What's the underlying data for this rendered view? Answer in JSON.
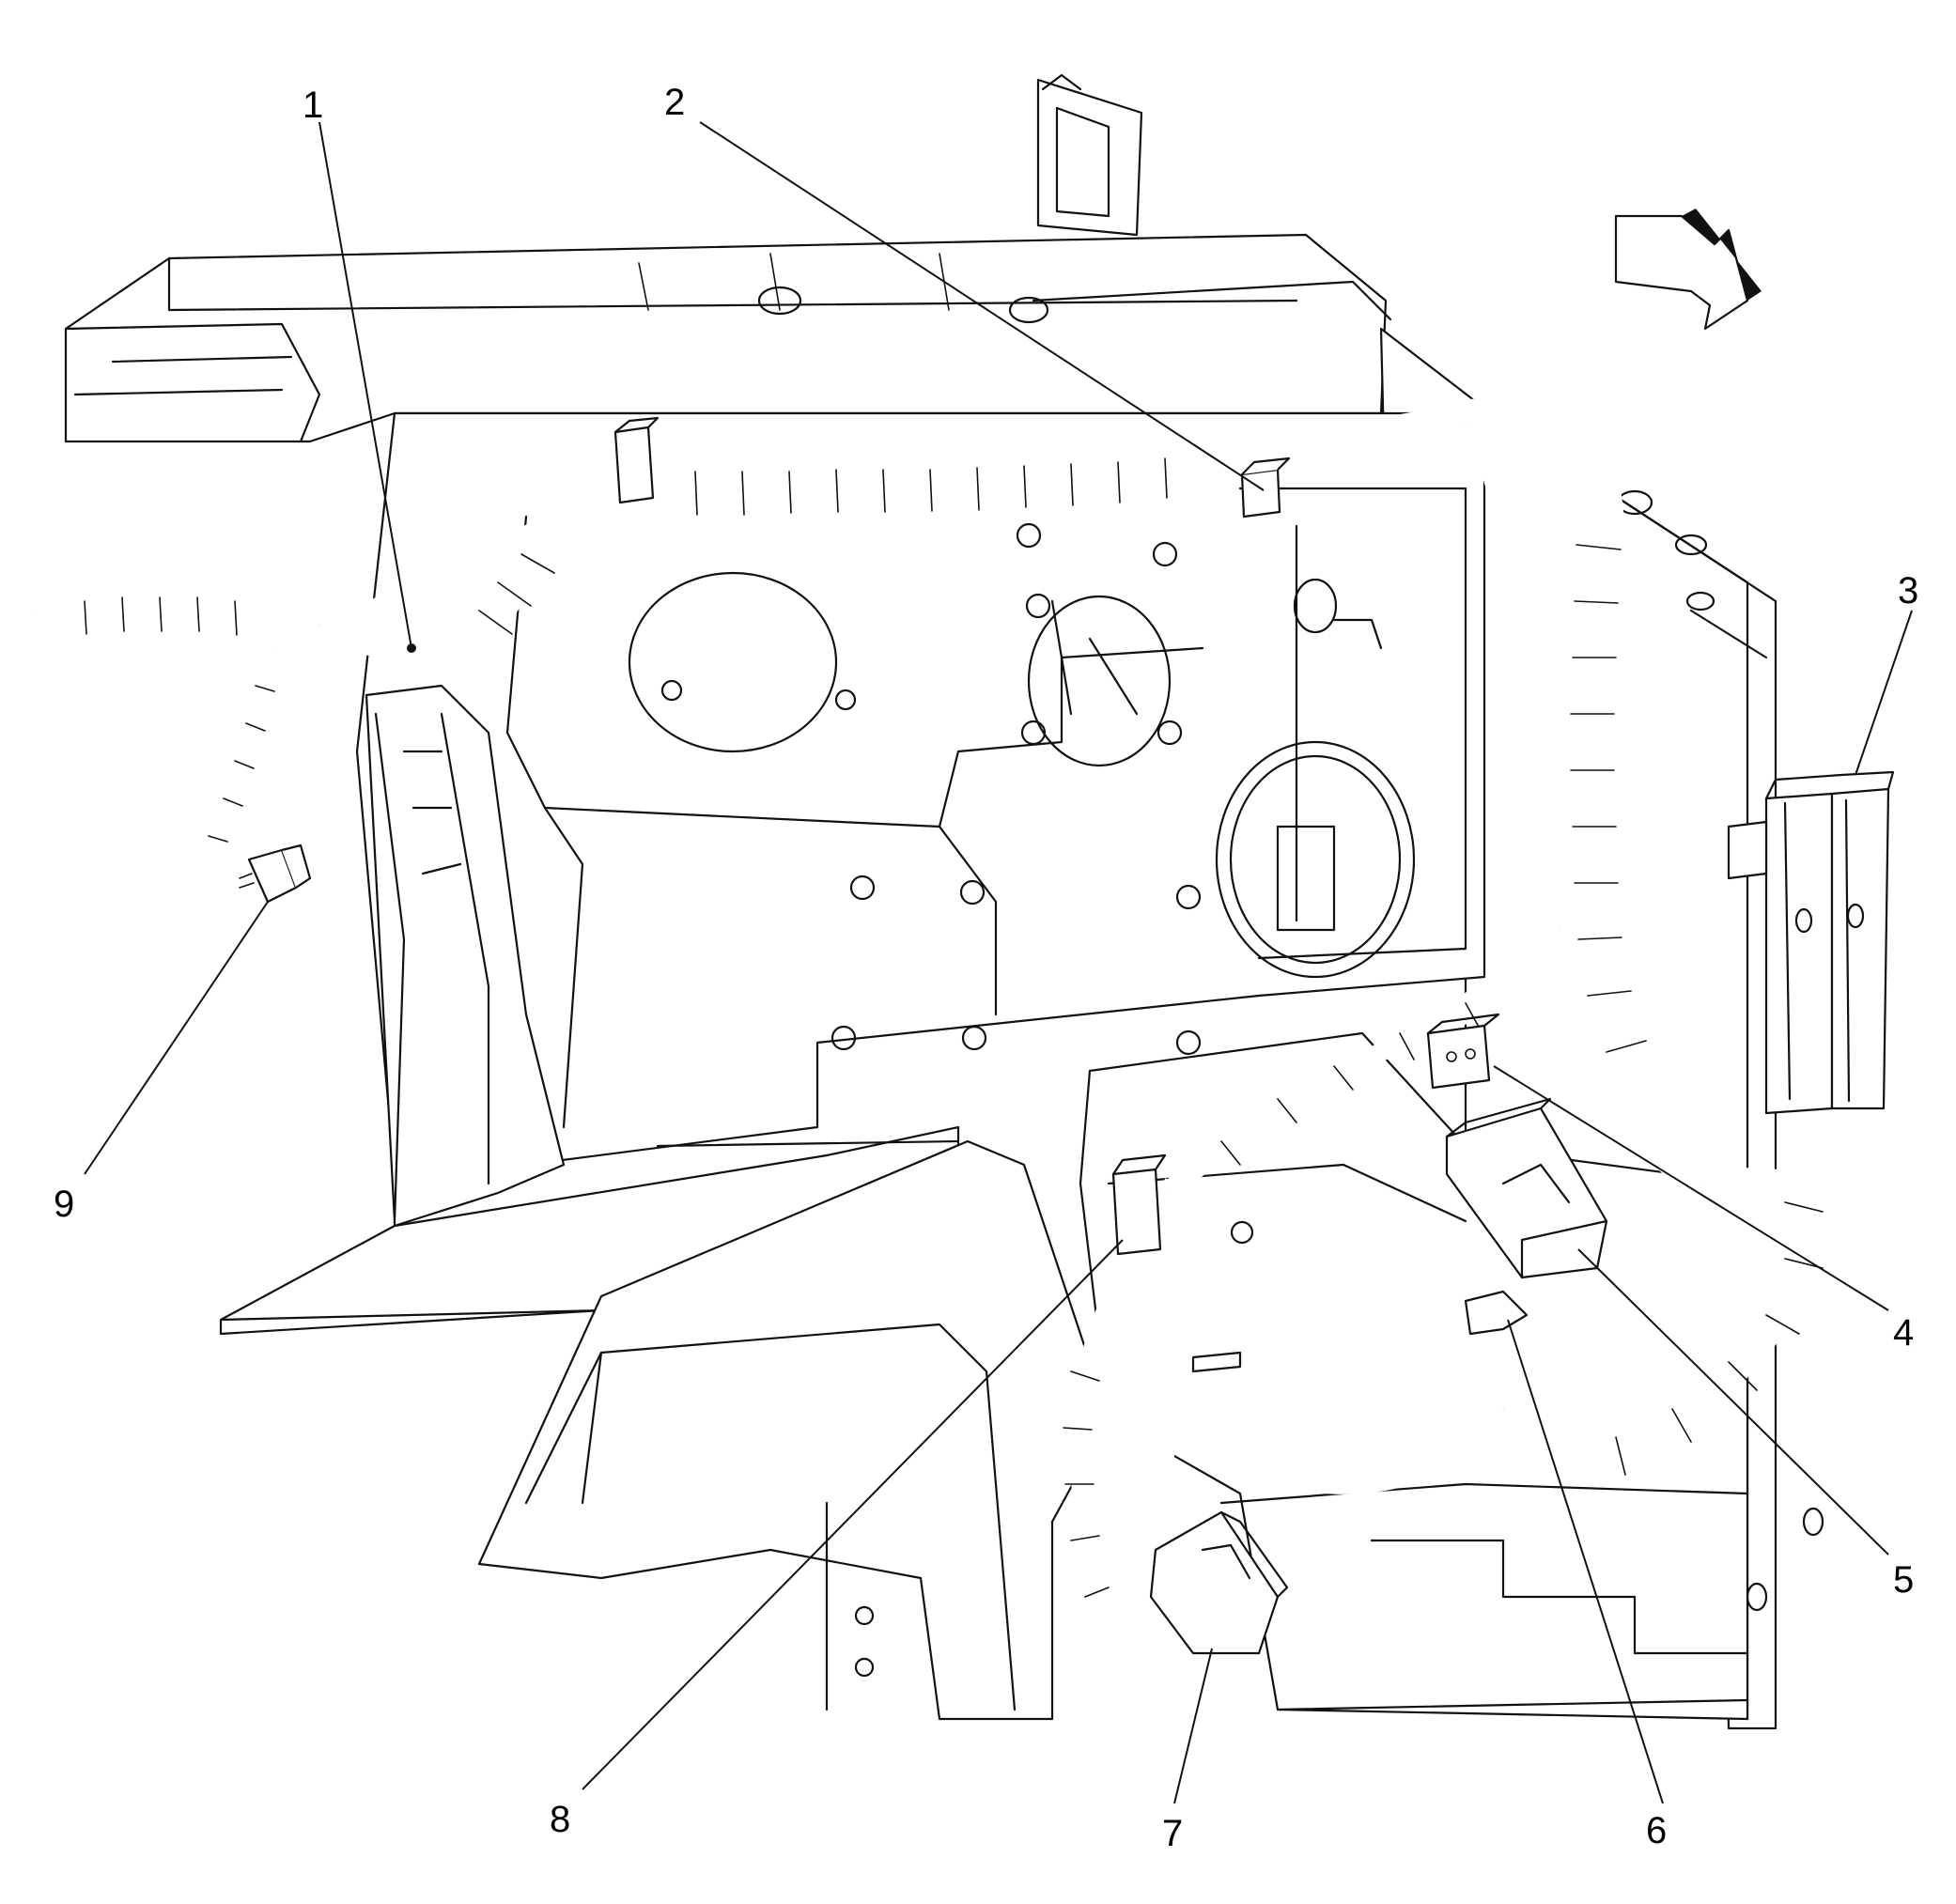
{
  "diagram": {
    "callouts": [
      {
        "id": "1",
        "label": "1"
      },
      {
        "id": "2",
        "label": "2"
      },
      {
        "id": "3",
        "label": "3"
      },
      {
        "id": "4",
        "label": "4"
      },
      {
        "id": "5",
        "label": "5"
      },
      {
        "id": "6",
        "label": "6"
      },
      {
        "id": "7",
        "label": "7"
      },
      {
        "id": "8",
        "label": "8"
      },
      {
        "id": "9",
        "label": "9"
      }
    ],
    "view_direction_icon": "arrow-icon",
    "colors": {
      "ink": "#111111",
      "background": "#ffffff"
    }
  }
}
